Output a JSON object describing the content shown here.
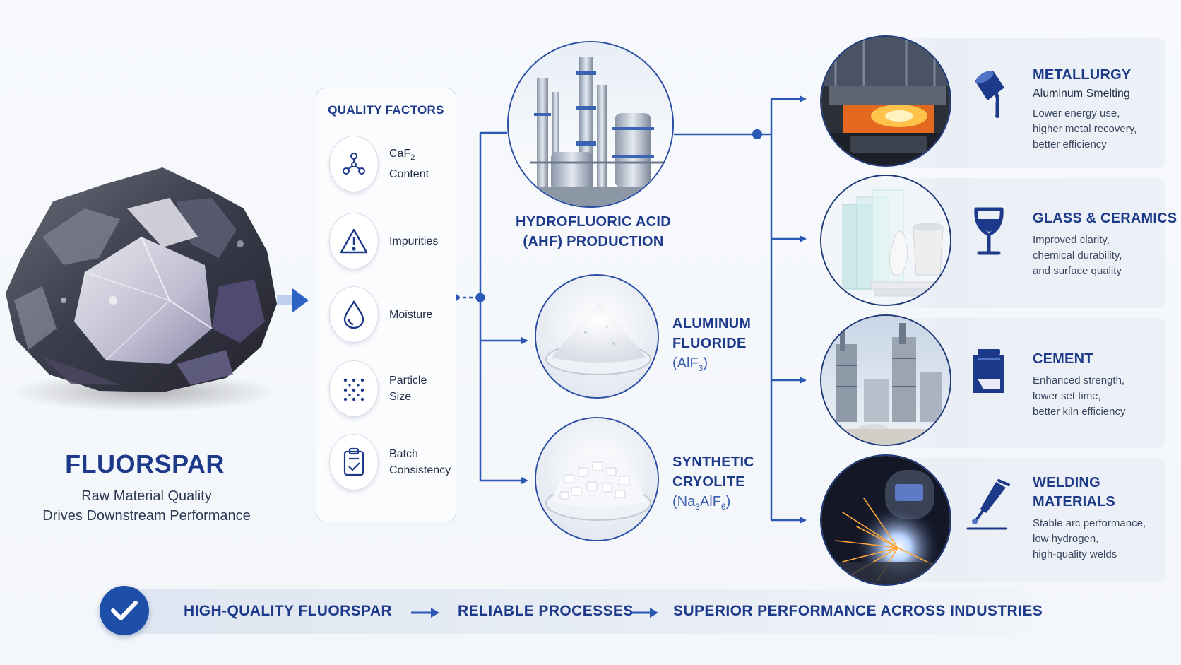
{
  "fluorspar": {
    "title": "FLUORSPAR",
    "subtitle_line1": "Raw Material Quality",
    "subtitle_line2": "Drives Downstream Performance"
  },
  "quality_factors": {
    "title": "QUALITY FACTORS",
    "items": [
      {
        "icon": "molecule-icon",
        "label_line1": "CaF",
        "label_sub": "2",
        "label_line2": "Content"
      },
      {
        "icon": "warning-icon",
        "label_line1": "Impurities",
        "label_line2": ""
      },
      {
        "icon": "droplet-icon",
        "label_line1": "Moisture",
        "label_line2": ""
      },
      {
        "icon": "particles-icon",
        "label_line1": "Particle",
        "label_line2": "Size"
      },
      {
        "icon": "clipboard-check-icon",
        "label_line1": "Batch",
        "label_line2": "Consistency"
      }
    ]
  },
  "processes": {
    "hf": {
      "line1": "HYDROFLUORIC ACID",
      "line2": "(AHF) PRODUCTION"
    },
    "alf": {
      "line1": "ALUMINUM",
      "line2": "FLUORIDE",
      "formula_a": "(AlF",
      "formula_sub": "3",
      "formula_b": ")"
    },
    "cryolite": {
      "line1": "SYNTHETIC",
      "line2": "CRYOLITE",
      "formula_a": "(Na",
      "formula_sub1": "3",
      "formula_b": "AlF",
      "formula_sub2": "6",
      "formula_c": ")"
    }
  },
  "industries": [
    {
      "title": "METALLURGY",
      "title_line2": "",
      "subtitle": "Aluminum Smelting",
      "desc": [
        "Lower energy use,",
        "higher metal recovery,",
        "better efficiency"
      ],
      "icon": "ladle-pour-icon"
    },
    {
      "title": "GLASS & CERAMICS",
      "title_line2": "",
      "subtitle": "",
      "desc": [
        "Improved clarity,",
        "chemical durability,",
        "and surface quality"
      ],
      "icon": "wine-glass-icon"
    },
    {
      "title": "CEMENT",
      "title_line2": "",
      "subtitle": "",
      "desc": [
        "Enhanced strength,",
        "lower set time,",
        "better kiln efficiency"
      ],
      "icon": "cement-bag-icon"
    },
    {
      "title": "WELDING",
      "title_line2": "MATERIALS",
      "subtitle": "",
      "desc": [
        "Stable arc performance,",
        "low hydrogen,",
        "high-quality welds"
      ],
      "icon": "welding-torch-icon"
    }
  ],
  "banner": {
    "step1": "HIGH-QUALITY  FLUORSPAR",
    "step2": "RELIABLE PROCESSES",
    "step3": "SUPERIOR PERFORMANCE ACROSS INDUSTRIES"
  },
  "colors": {
    "navy": "#1d3a8a",
    "accent_blue": "#2a5cc0",
    "line_blue": "#2b58b5",
    "background": "#f5f7fb"
  }
}
